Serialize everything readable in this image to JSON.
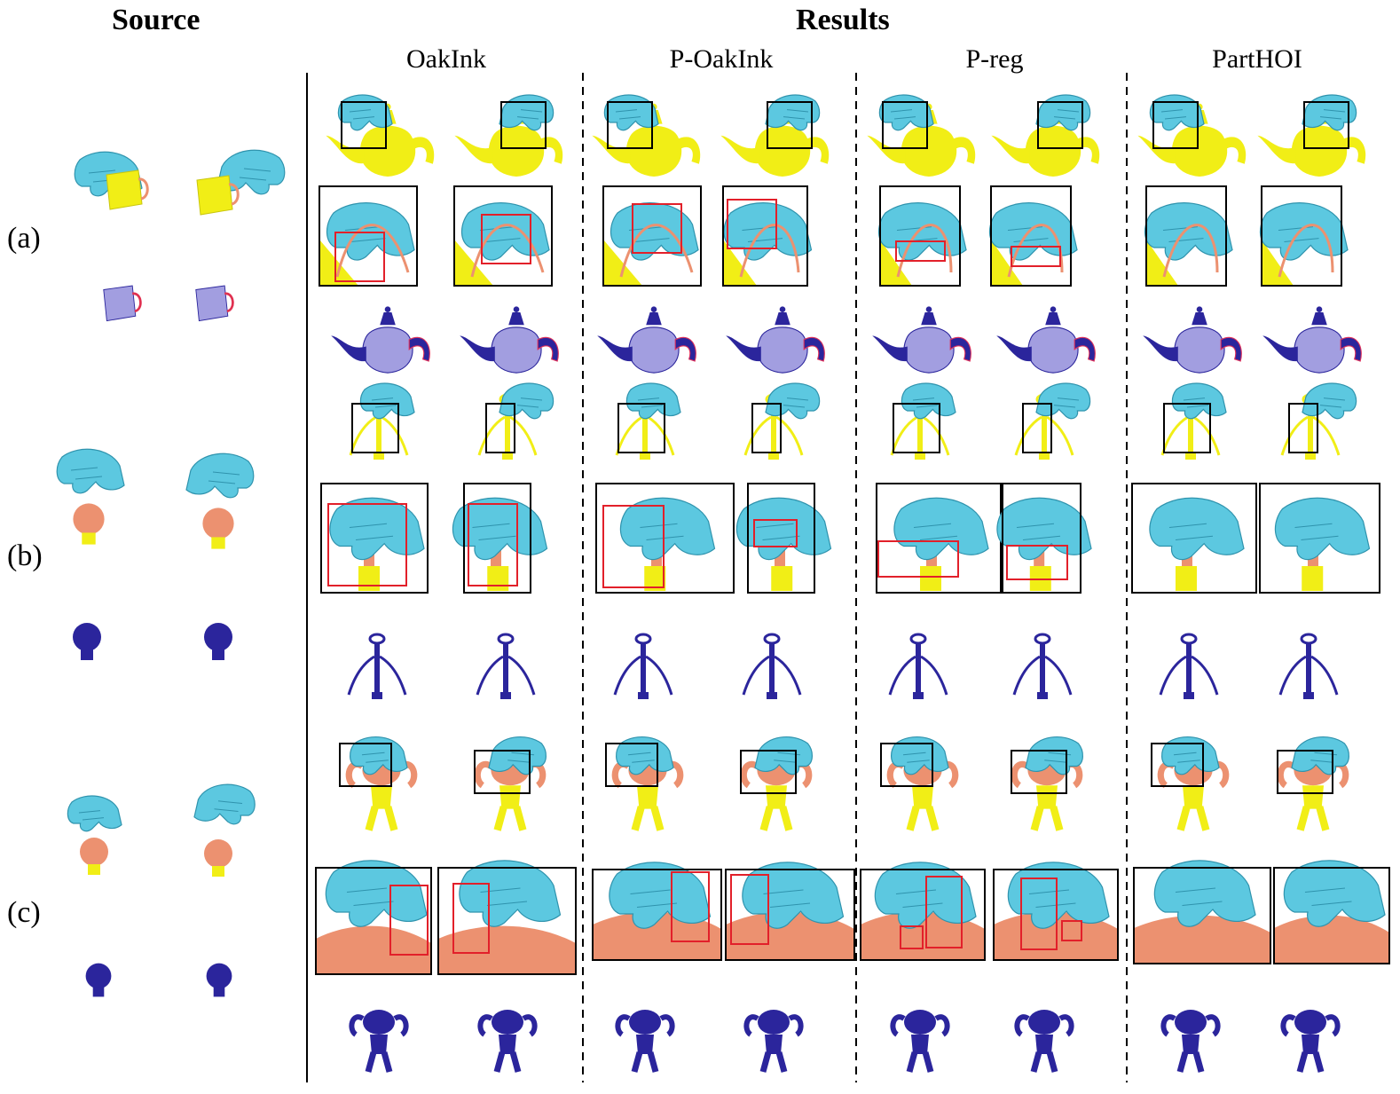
{
  "header": {
    "source_title": "Source",
    "results_title": "Results"
  },
  "methods": [
    "OakInk",
    "P-OakInk",
    "P-reg",
    "PartHOI"
  ],
  "row_labels": [
    "(a)",
    "(b)",
    "(c)"
  ],
  "colors": {
    "hand": "#5cc8e0",
    "hand_dark": "#2f93ad",
    "object_yellow": "#f1ee16",
    "object_orange": "#ec9170",
    "pointcloud": "#2b259c",
    "pointcloud_light": "#a29ee0",
    "zoom_box": "#000000",
    "highlight_box": "#e2202a"
  },
  "icons": {
    "hand": "hand-mesh",
    "teapot": "teapot-mesh",
    "corkscrew": "corkscrew-mesh",
    "armadillo": "armadillo-mesh",
    "mug": "mug-mesh",
    "bulb": "bulb-mesh"
  }
}
